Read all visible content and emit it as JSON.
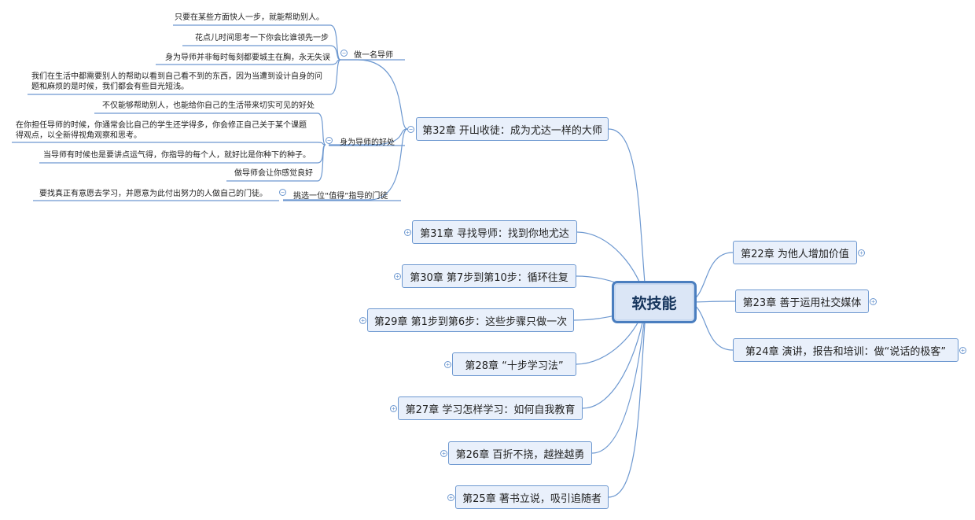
{
  "root": "软技能",
  "right_branches": [
    {
      "label": "第22章 为他人增加价值",
      "toggle": "+"
    },
    {
      "label": "第23章 善于运用社交媒体",
      "toggle": "+"
    },
    {
      "label": "第24章 演讲，报告和培训：做“说话的极客”",
      "toggle": "+"
    }
  ],
  "left_branches": [
    {
      "label": "第32章 开山收徒：成为尤达一样的大师",
      "toggle": "−"
    },
    {
      "label": "第31章 寻找导师：找到你地尤达",
      "toggle": "+"
    },
    {
      "label": "第30章 第7步到第10步：循环往复",
      "toggle": "+"
    },
    {
      "label": "第29章 第1步到第6步：这些步骤只做一次",
      "toggle": "+"
    },
    {
      "label": "第28章 “十步学习法”",
      "toggle": "+"
    },
    {
      "label": "第27章 学习怎样学习：如何自我教育",
      "toggle": "+"
    },
    {
      "label": "第26章 百折不挠，越挫越勇",
      "toggle": "+"
    },
    {
      "label": "第25章 著书立说，吸引追随者",
      "toggle": "+"
    }
  ],
  "ch32_subtopics": [
    {
      "label": "做一名导师",
      "toggle": "−",
      "leaves": [
        "只要在某些方面快人一步，就能帮助别人。",
        "花点儿时间思考一下你会比谁领先一步",
        "身为导师并非每时每刻都要城主在胸，永无失误",
        "我们在生活中都需要别人的帮助以看到自己看不到的东西，因为当遭到设计自身的问题和麻烦的是时候，我们都会有些目光短浅。"
      ]
    },
    {
      "label": "身为导师的好处",
      "toggle": "−",
      "leaves": [
        "不仅能够帮助别人，也能给你自己的生活带来切实可见的好处",
        "在你担任导师的时候，你通常会比自己的学生还学得多，你会修正自己关于某个课题得观点，以全新得视角观察和思考。",
        "当导师有时候也是要讲点运气得，你指导的每个人，就好比是你种下的种子。",
        "做导师会让你感觉良好"
      ]
    },
    {
      "label": "挑选一位“值得”指导的门徒",
      "toggle": "−",
      "leaves": [
        "要找真正有意愿去学习，并愿意为此付出努力的人做自己的门徒。"
      ]
    }
  ],
  "colors": {
    "node_fill": "#e9f0fb",
    "node_border": "#6d98d0",
    "line": "#6d98d0",
    "root_border": "#4a7ebf"
  }
}
